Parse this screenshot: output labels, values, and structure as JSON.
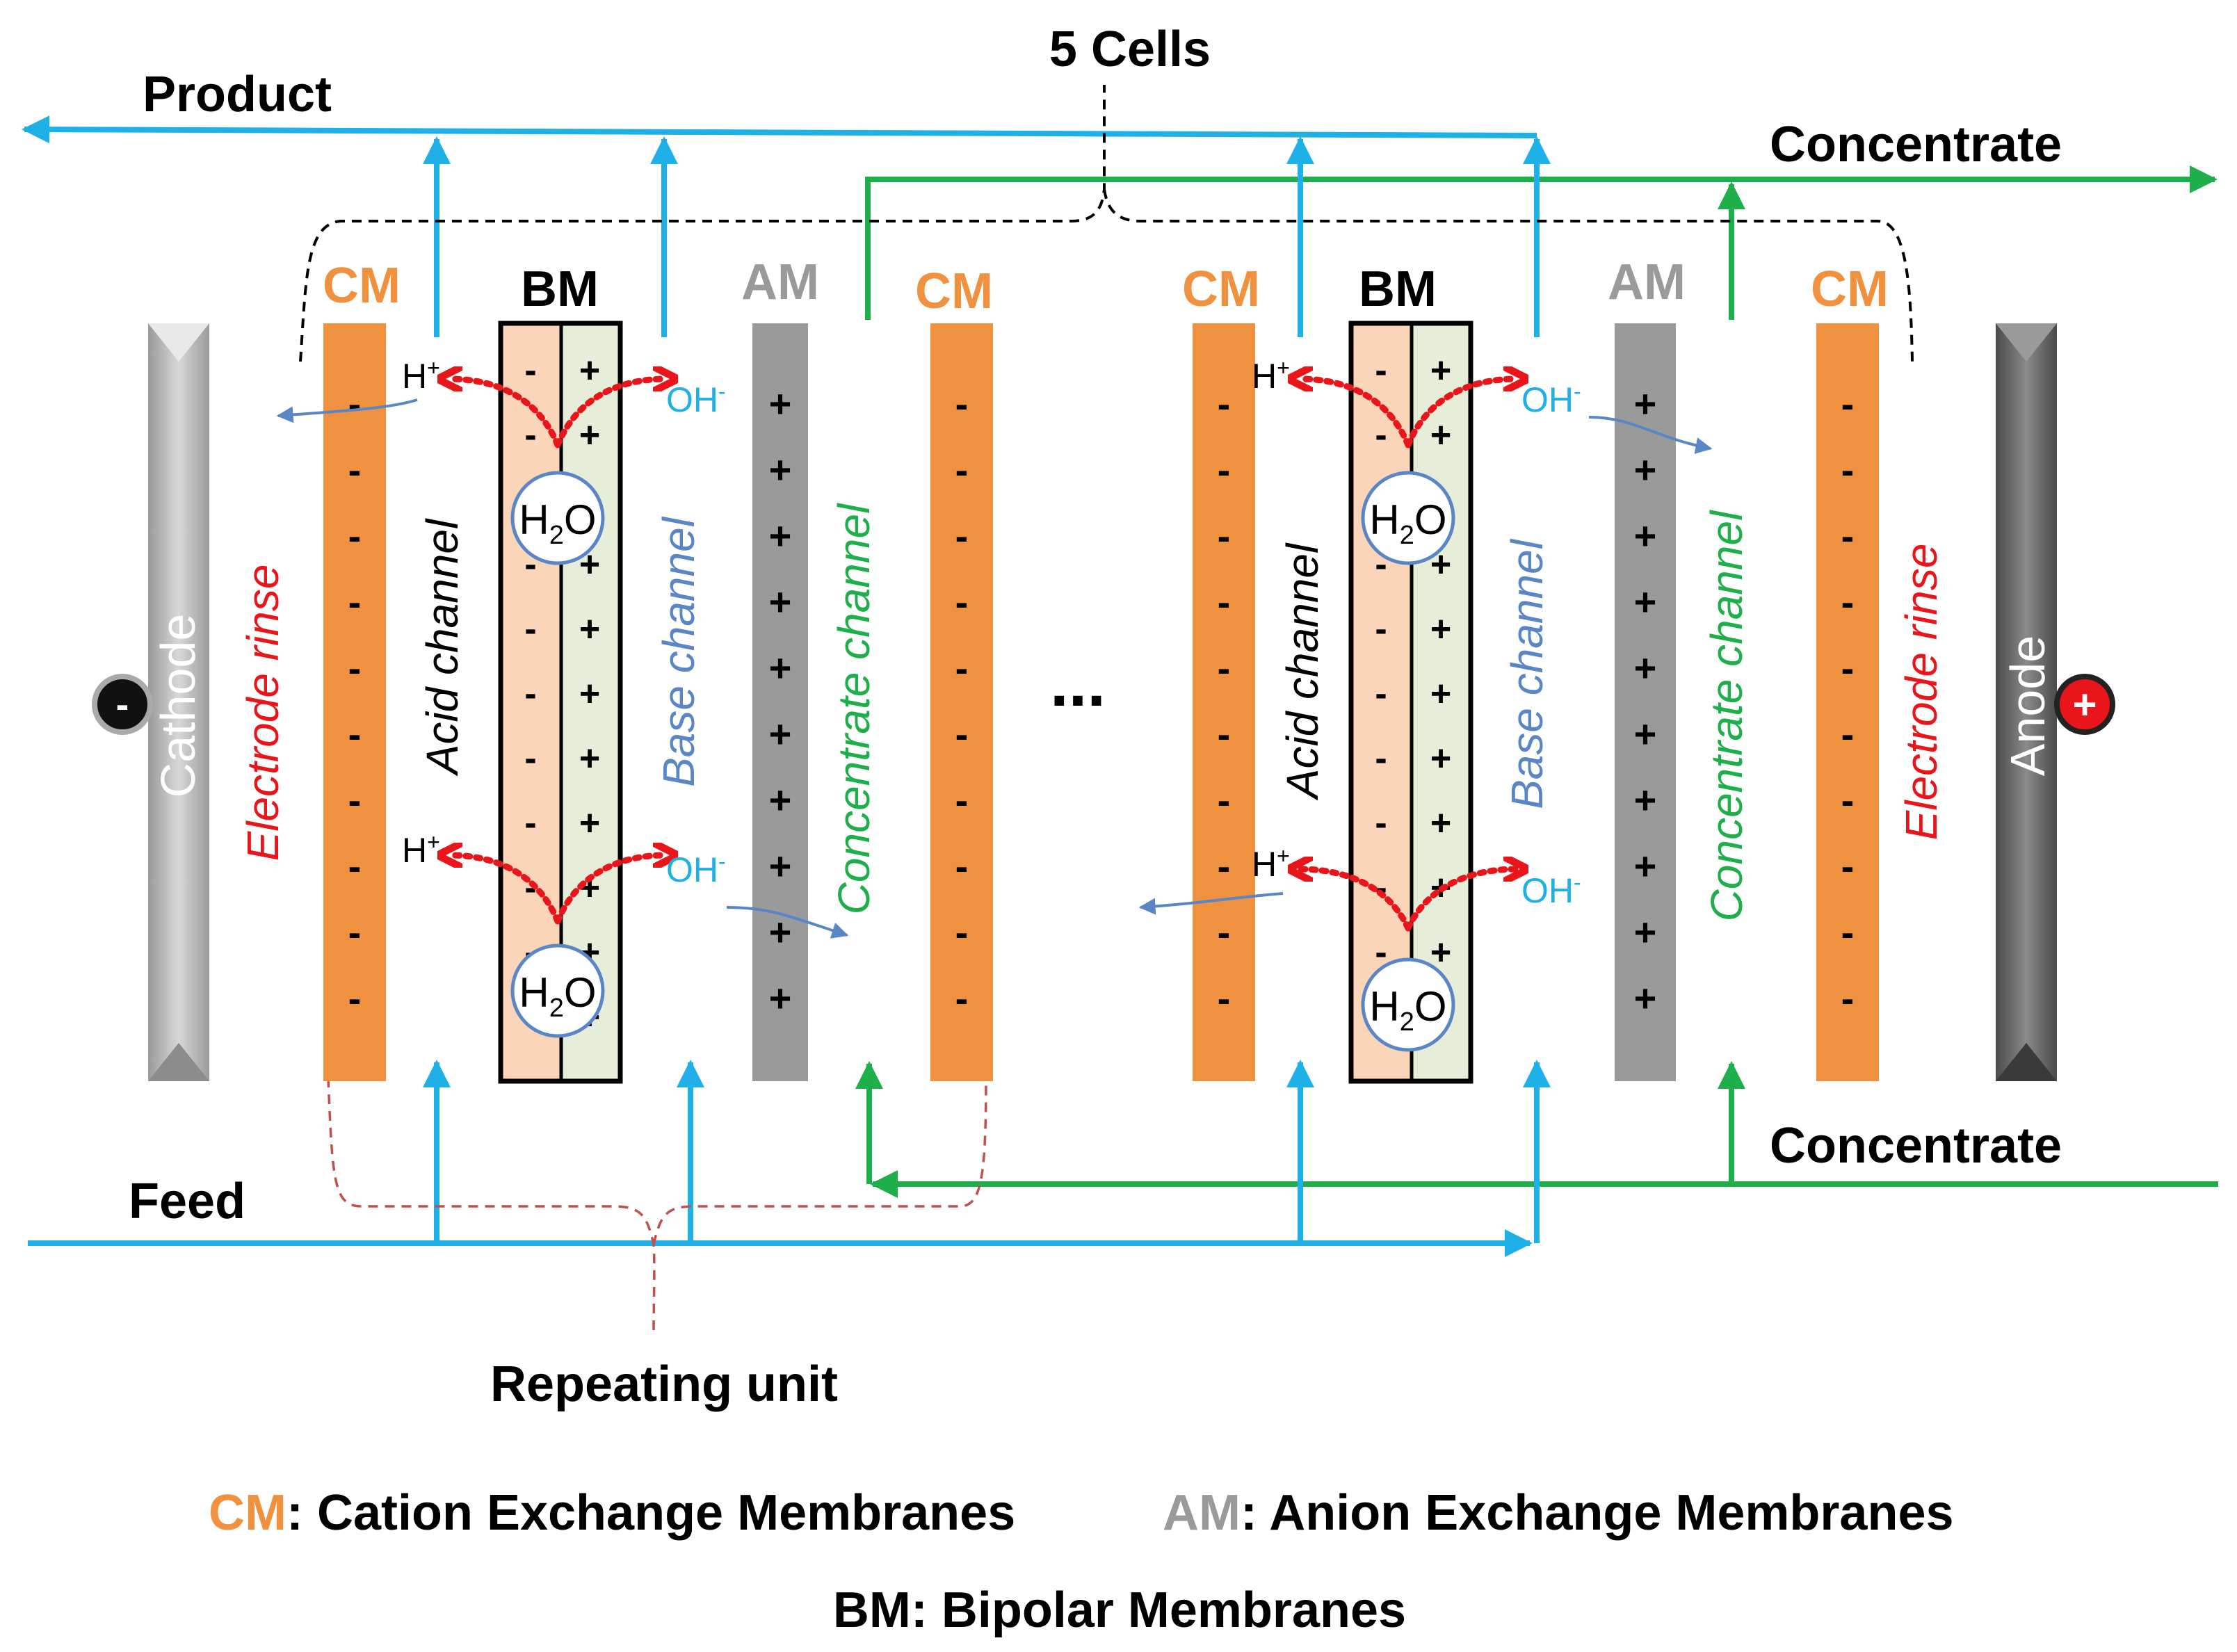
{
  "labels": {
    "cells": "5 Cells",
    "product": "Product",
    "concentrate": "Concentrate",
    "feed": "Feed",
    "repeating_unit": "Repeating unit",
    "ellipsis": "...",
    "cm": "CM",
    "am": "AM",
    "bm": "BM",
    "cathode": "Cathode",
    "anode": "Anode",
    "electrode_rinse": "Electrode rinse",
    "acid_channel": "Acid channel",
    "base_channel": "Base channel",
    "concentrate_channel": "Concentrate channel",
    "h_plus": "H",
    "oh_minus": "OH",
    "water": "H",
    "water_o": "O",
    "sub2": "2",
    "sup_plus": "+",
    "sup_minus": "-",
    "minus": "-",
    "plus": "+"
  },
  "legend": {
    "cm_abbr": "CM",
    "cm_text": ": Cation Exchange Membranes",
    "am_abbr": "AM",
    "am_text": ": Anion Exchange Membranes",
    "bm_text": "BM: Bipolar Membranes"
  },
  "colors": {
    "cm": "#F0913F",
    "am": "#9A9A9A",
    "bm_left": "#FBD5BA",
    "bm_right": "#E6EDD9",
    "blue": "#1EB0E6",
    "green": "#1FAF4A",
    "red": "#E8151B",
    "steel_blue": "#5B86C5",
    "cathode": "#BBBBBB",
    "anode": "#6E6E6E"
  }
}
